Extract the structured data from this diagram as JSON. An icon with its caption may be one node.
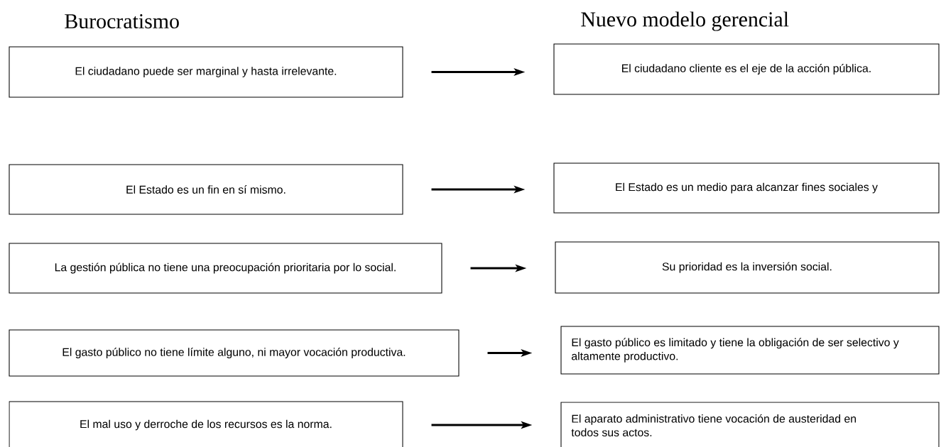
{
  "diagram": {
    "nodes": [
      {
        "text": [
          "El ciudadano puede ser marginal y hasta irrelevante."
        ]
      },
      {
        "text": [
          "El ciudadano cliente es el eje de la acción pública."
        ]
      },
      {
        "text": [
          "El Estado es un fin en sí mismo."
        ]
      },
      {
        "text": [
          "El Estado es un medio para alcanzar fines sociales y"
        ]
      },
      {
        "text": [
          "La gestión pública no tiene una preocupación prioritaria por lo social."
        ]
      },
      {
        "text": [
          "Su prioridad es la inversión social."
        ]
      },
      {
        "text": [
          "El gasto público no tiene límite alguno, ni mayor vocación productiva."
        ]
      },
      {
        "text": [
          "El gasto público es limitado y tiene la obligación de ser selectivo y altamente productivo."
        ]
      },
      {
        "text": [
          "El mal uso y derroche de los recursos es la norma."
        ]
      },
      {
        "text": [
          "El aparato administrativo tiene vocación de austeridad en todos sus actos."
        ]
      }
    ],
    "edges": [
      {
        "from": 0,
        "to": 1,
        "arrow": "to"
      },
      {
        "from": 2,
        "to": 3,
        "arrow": "to"
      },
      {
        "from": 4,
        "to": 5,
        "arrow": "to"
      },
      {
        "from": 6,
        "to": 7,
        "arrow": "to"
      },
      {
        "from": 8,
        "to": 9,
        "arrow": "to"
      }
    ],
    "labels": [
      "Burocratismo",
      "Nuevo modelo gerencial"
    ]
  }
}
